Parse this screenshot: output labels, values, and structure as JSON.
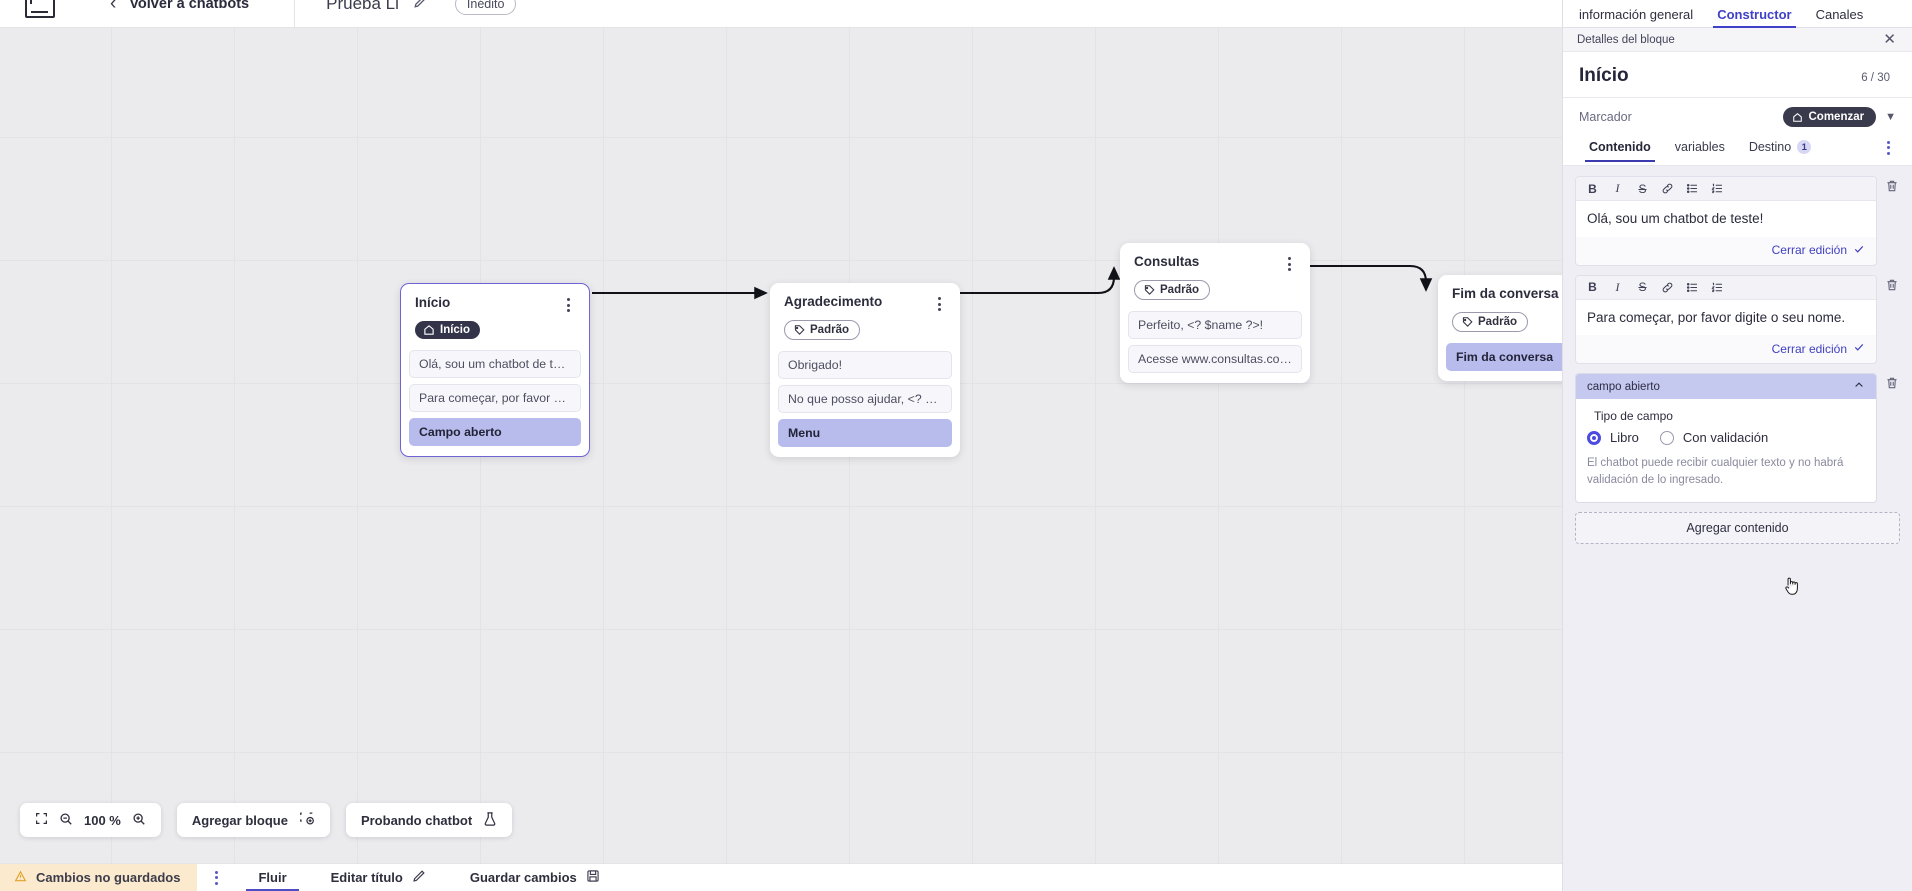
{
  "topbar": {
    "logo_icon": "app-logo-icon",
    "back_chevron_icon": "chevron-left-icon",
    "back_label": "Volver a chatbots",
    "bot_title": "Prueba Li",
    "edit_icon": "pencil-icon",
    "status_badge": "Inédito"
  },
  "canvas": {
    "zoom_level": "100 %",
    "fit_icon": "fit-screen-icon",
    "zoom_out_icon": "zoom-out-icon",
    "zoom_in_icon": "zoom-in-icon",
    "add_block_label": "Agregar bloque",
    "add_block_icon": "add-block-icon",
    "test_bot_label": "Probando chatbot",
    "test_bot_icon": "flask-icon",
    "nodes": [
      {
        "id": "inicio",
        "title": "Início",
        "tag": "Início",
        "tag_icon": "home-icon",
        "tag_type": "start",
        "selected": true,
        "menu_icon": "kebab-menu-icon",
        "rows": [
          {
            "text": "Olá, sou um chatbot de teste!",
            "highlight": false
          },
          {
            "text": "Para começar, por favor digite o ...",
            "highlight": false
          },
          {
            "text": "Campo aberto",
            "highlight": true
          }
        ]
      },
      {
        "id": "agradecimento",
        "title": "Agradecimento",
        "tag": "Padrão",
        "tag_icon": "tag-icon",
        "tag_type": "default",
        "selected": false,
        "menu_icon": "kebab-menu-icon",
        "rows": [
          {
            "text": "Obrigado!",
            "highlight": false
          },
          {
            "text": "No que posso ajudar, <? $name ...",
            "highlight": false
          },
          {
            "text": "Menu",
            "highlight": true
          }
        ]
      },
      {
        "id": "consultas",
        "title": "Consultas",
        "tag": "Padrão",
        "tag_icon": "tag-icon",
        "tag_type": "default",
        "selected": false,
        "menu_icon": "kebab-menu-icon",
        "rows": [
          {
            "text": "Perfeito, <? $name ?>!",
            "highlight": false
          },
          {
            "text": "Acesse www.consultas.com par...",
            "highlight": false
          }
        ]
      },
      {
        "id": "fim",
        "title": "Fim da conversa",
        "tag": "Padrão",
        "tag_icon": "tag-icon",
        "tag_type": "default",
        "selected": false,
        "menu_icon": "kebab-menu-icon",
        "rows": [
          {
            "text": "Fim da conversa",
            "highlight": true
          }
        ]
      }
    ]
  },
  "footer": {
    "unsaved_label": "Cambios no guardados",
    "warning_icon": "warning-triangle-icon",
    "kebab_icon": "kebab-menu-icon",
    "flow_label": "Fluir",
    "edit_title_label": "Editar título",
    "edit_title_icon": "pencil-icon",
    "save_label": "Guardar cambios",
    "save_icon": "save-disk-icon"
  },
  "panel": {
    "tabs": [
      {
        "label": "información general",
        "active": false
      },
      {
        "label": "Constructor",
        "active": true
      },
      {
        "label": "Canales",
        "active": false
      }
    ],
    "subtitle": "Detalles del bloque",
    "close_icon": "close-icon",
    "block_title": "Início",
    "block_count": "6 / 30",
    "marker_label": "Marcador",
    "marker_pill": "Comenzar",
    "marker_pill_icon": "home-icon",
    "marker_chevron_icon": "chevron-down-icon",
    "content_tabs": [
      {
        "label": "Contenido",
        "active": true,
        "badge": null
      },
      {
        "label": "variables",
        "active": false,
        "badge": null
      },
      {
        "label": "Destino",
        "active": false,
        "badge": "1"
      }
    ],
    "content_tabs_menu_icon": "kebab-menu-icon",
    "editor_toolbar": [
      {
        "icon": "bold-icon",
        "glyph": "B"
      },
      {
        "icon": "italic-icon",
        "glyph": "I"
      },
      {
        "icon": "strikethrough-icon",
        "glyph": "S"
      },
      {
        "icon": "link-icon",
        "glyph": "⧉"
      },
      {
        "icon": "bullet-list-icon",
        "glyph": "☰"
      },
      {
        "icon": "numbered-list-icon",
        "glyph": "≡"
      }
    ],
    "blocks": [
      {
        "type": "text",
        "text": "Olá, sou um chatbot de teste!",
        "close_label": "Cerrar edición",
        "close_icon": "check-icon",
        "delete_icon": "trash-icon"
      },
      {
        "type": "text",
        "text": "Para começar, por favor digite o seu nome.",
        "close_label": "Cerrar edición",
        "close_icon": "check-icon",
        "delete_icon": "trash-icon"
      }
    ],
    "field_block": {
      "header": "campo abierto",
      "collapse_icon": "chevron-up-icon",
      "delete_icon": "trash-icon",
      "type_label": "Tipo de campo",
      "options": [
        {
          "label": "Libro",
          "selected": true
        },
        {
          "label": "Con validación",
          "selected": false
        }
      ],
      "help_text": "El chatbot puede recibir cualquier texto y no habrá validación de lo ingresado."
    },
    "add_content_label": "Agregar contenido",
    "accent_color": "#4040c8",
    "highlight_color": "#b8bcec"
  }
}
